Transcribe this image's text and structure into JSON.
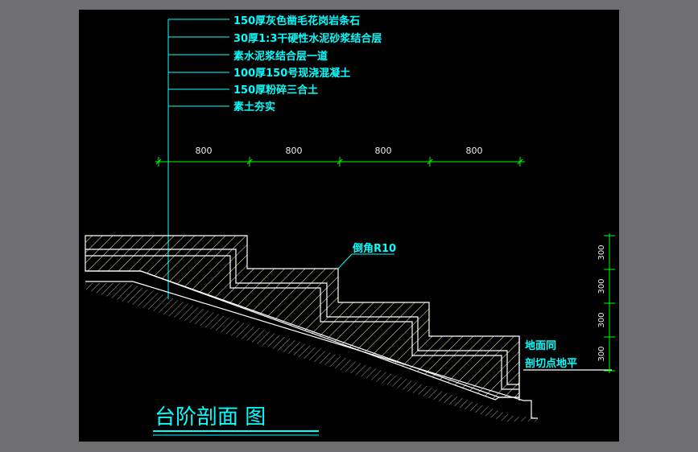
{
  "layers": [
    "150厚灰色凿毛花岗岩条石",
    "30厚1:3干硬性水泥砂浆结合层",
    "素水泥浆结合层一道",
    "100厚150号现浇混凝土",
    "150厚粉碎三合土",
    "素土夯实"
  ],
  "horizontal_dims": [
    "800",
    "800",
    "800",
    "800"
  ],
  "vertical_dims": [
    "300",
    "300",
    "300",
    "300"
  ],
  "fillet_label": "倒角R10",
  "ground_note": [
    "地面同",
    "剖切点地平"
  ],
  "title": "台阶剖面 图",
  "colors": {
    "background": "#000000",
    "frame": "#6f6f72",
    "annotation": "#00ffff",
    "dimension": "#00ff00",
    "section": "#ffffff",
    "hatch": "#ffff66"
  }
}
